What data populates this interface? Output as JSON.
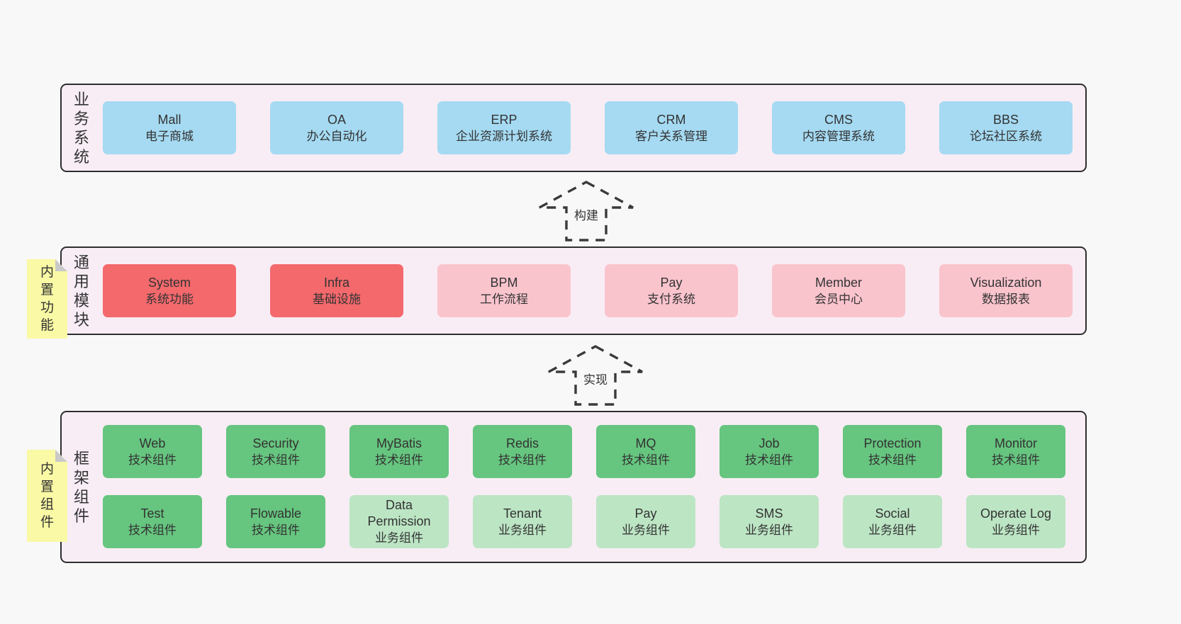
{
  "colors": {
    "page_bg": "#f8f8f8",
    "container_bg": "#f8edf5",
    "container_border": "#2e2e2e",
    "blue": "#a5daf2",
    "red": "#f4696c",
    "pink": "#fac4cd",
    "green": "#66c57f",
    "lightgreen": "#bce5c4",
    "sticky_yellow": "#faf9a5",
    "sticky_fold": "#c9c9c9",
    "text": "#333333"
  },
  "layers": [
    {
      "id": "business-systems",
      "label": "业务系统",
      "boxes": [
        {
          "title": "Mall",
          "subtitle": "电子商城",
          "variant": "blue"
        },
        {
          "title": "OA",
          "subtitle": "办公自动化",
          "variant": "blue"
        },
        {
          "title": "ERP",
          "subtitle": "企业资源计划系统",
          "variant": "blue"
        },
        {
          "title": "CRM",
          "subtitle": "客户关系管理",
          "variant": "blue"
        },
        {
          "title": "CMS",
          "subtitle": "内容管理系统",
          "variant": "blue"
        },
        {
          "title": "BBS",
          "subtitle": "论坛社区系统",
          "variant": "blue"
        }
      ]
    },
    {
      "id": "common-modules",
      "label": "通用模块",
      "boxes": [
        {
          "title": "System",
          "subtitle": "系统功能",
          "variant": "red"
        },
        {
          "title": "Infra",
          "subtitle": "基础设施",
          "variant": "red"
        },
        {
          "title": "BPM",
          "subtitle": "工作流程",
          "variant": "pink"
        },
        {
          "title": "Pay",
          "subtitle": "支付系统",
          "variant": "pink"
        },
        {
          "title": "Member",
          "subtitle": "会员中心",
          "variant": "pink"
        },
        {
          "title": "Visualization",
          "subtitle": "数据报表",
          "variant": "pink"
        }
      ]
    },
    {
      "id": "framework-components",
      "label": "框架组件",
      "boxes": [
        {
          "title": "Web",
          "subtitle": "技术组件",
          "variant": "green"
        },
        {
          "title": "Security",
          "subtitle": "技术组件",
          "variant": "green"
        },
        {
          "title": "MyBatis",
          "subtitle": "技术组件",
          "variant": "green"
        },
        {
          "title": "Redis",
          "subtitle": "技术组件",
          "variant": "green"
        },
        {
          "title": "MQ",
          "subtitle": "技术组件",
          "variant": "green"
        },
        {
          "title": "Job",
          "subtitle": "技术组件",
          "variant": "green"
        },
        {
          "title": "Protection",
          "subtitle": "技术组件",
          "variant": "green"
        },
        {
          "title": "Monitor",
          "subtitle": "技术组件",
          "variant": "green"
        },
        {
          "title": "Test",
          "subtitle": "技术组件",
          "variant": "green"
        },
        {
          "title": "Flowable",
          "subtitle": "技术组件",
          "variant": "green"
        },
        {
          "title": "Data Permission",
          "subtitle": "业务组件",
          "variant": "lightgreen"
        },
        {
          "title": "Tenant",
          "subtitle": "业务组件",
          "variant": "lightgreen"
        },
        {
          "title": "Pay",
          "subtitle": "业务组件",
          "variant": "lightgreen"
        },
        {
          "title": "SMS",
          "subtitle": "业务组件",
          "variant": "lightgreen"
        },
        {
          "title": "Social",
          "subtitle": "业务组件",
          "variant": "lightgreen"
        },
        {
          "title": "Operate Log",
          "subtitle": "业务组件",
          "variant": "lightgreen"
        }
      ]
    }
  ],
  "stickies": [
    {
      "label": "内置功能"
    },
    {
      "label": "内置组件"
    }
  ],
  "arrows": [
    {
      "label": "构建"
    },
    {
      "label": "实现"
    }
  ]
}
